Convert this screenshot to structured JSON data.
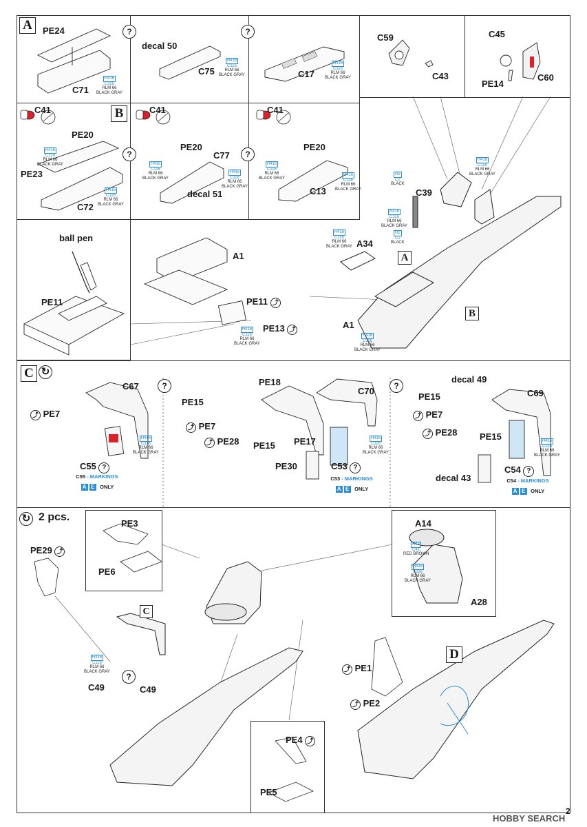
{
  "page_number": "2",
  "watermark": "HOBBY SEARCH",
  "colors": {
    "paint_code": "#2a8fd6",
    "red_part": "#d9222a",
    "line": "#333333"
  },
  "paint": {
    "rlm66": {
      "c1": "H416",
      "c2": "C116",
      "c3": "RLM 66",
      "c4": "BLACK GRAY"
    },
    "black": {
      "c1": "H2",
      "c2": "C2",
      "c3": "BLACK"
    },
    "red_brown": {
      "c1": "H47",
      "c2": "C41",
      "c3": "RED BROWN"
    }
  },
  "sections": {
    "a": "A",
    "b": "B",
    "c": "C",
    "d": "D",
    "c_small": "C"
  },
  "icons": {
    "question": "?",
    "bend": "⤴",
    "rotate": "↻"
  },
  "labels": {
    "pe24": "PE24",
    "c71": "C71",
    "decal50": "decal 50",
    "c75": "C75",
    "c17": "C17",
    "c59": "C59",
    "c43": "C43",
    "c45": "C45",
    "pe14": "PE14",
    "c60": "C60",
    "c41": "C41",
    "pe20": "PE20",
    "pe23": "PE23",
    "c72": "C72",
    "c77": "C77",
    "decal51": "decal 51",
    "c13": "C13",
    "c39": "C39",
    "a34": "A34",
    "a1": "A1",
    "ball_pen": "ball pen",
    "pe11": "PE11",
    "pe13": "PE13",
    "c67": "C67",
    "pe7": "PE7",
    "c55": "C55",
    "pe18": "PE18",
    "pe15": "PE15",
    "c70": "C70",
    "pe28": "PE28",
    "pe17": "PE17",
    "pe30": "PE30",
    "c53": "C53",
    "decal49": "decal 49",
    "c69": "C69",
    "decal43": "decal 43",
    "c54": "C54",
    "two_pcs": "2 pcs.",
    "pe3": "PE3",
    "pe6": "PE6",
    "pe29": "PE29",
    "a14": "A14",
    "a28": "A28",
    "c49": "C49",
    "pe1": "PE1",
    "pe2": "PE2",
    "pe4": "PE4",
    "pe5": "PE5"
  },
  "markings": {
    "c55": {
      "part": "C55",
      "text": "MARKINGS",
      "a": "A",
      "e": "E",
      "only": "ONLY"
    },
    "c53": {
      "part": "C53",
      "text": "MARKINGS",
      "a": "A",
      "e": "E",
      "only": "ONLY"
    },
    "c54": {
      "part": "C54",
      "text": "MARKINGS",
      "a": "A",
      "e": "E",
      "only": "ONLY"
    }
  }
}
